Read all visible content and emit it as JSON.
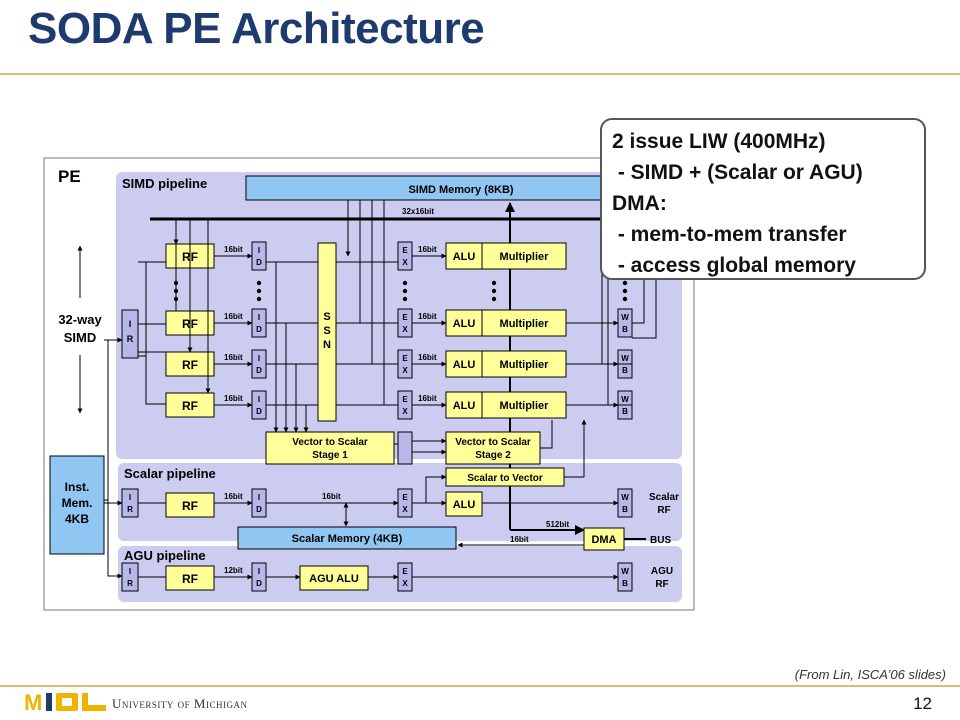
{
  "slide": {
    "title": "SODA PE Architecture",
    "credit": "(From Lin, ISCA’06 slides)",
    "university": "University of Michigan",
    "page_number": "12",
    "logo_text": "MICL"
  },
  "callout": {
    "lines": [
      "2 issue LIW (400MHz)",
      " - SIMD + (Scalar or AGU)",
      "DMA:",
      " - mem-to-mem transfer",
      " - access global memory"
    ]
  },
  "diagram": {
    "pe_label": "PE",
    "simd_pipeline_label": "SIMD pipeline",
    "scalar_pipeline_label": "Scalar pipeline",
    "agu_pipeline_label": "AGU pipeline",
    "simd_width_line1": "32-way",
    "simd_width_line2": "SIMD",
    "inst_mem": [
      "Inst.",
      "Mem.",
      "4KB"
    ],
    "simd_memory": "SIMD Memory (8KB)",
    "scalar_memory": "Scalar Memory (4KB)",
    "bus_32x16": "32x16bit",
    "ir": "IR",
    "rf": "RF",
    "id": "ID",
    "ex": "EX",
    "wb": "WB",
    "ssn": "SSN",
    "alu": "ALU",
    "multiplier": "Multiplier",
    "agu_alu": "AGU ALU",
    "bit16": "16bit",
    "bit12": "12bit",
    "bit512": "512bit",
    "v2s_stage1": [
      "Vector to Scalar",
      "Stage 1"
    ],
    "v2s_stage2": [
      "Vector to Scalar",
      "Stage 2"
    ],
    "scalar_to_vector": "Scalar to Vector",
    "dma": "DMA",
    "bus": "BUS",
    "scalar_rf": [
      "Scalar",
      "RF"
    ],
    "agu_rf": [
      "AGU",
      "RF"
    ]
  },
  "colors": {
    "title": "#1f3a6e",
    "pipeline_bg": "#ccccf0",
    "yellow_block": "#ffff99",
    "blue_block": "#8fc6f2",
    "stage_block": "#b7b7ea"
  }
}
